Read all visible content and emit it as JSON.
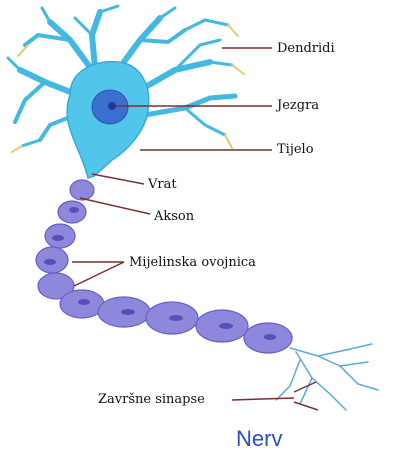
{
  "labels": {
    "dendrites": "Dendridi",
    "nucleus": "Jezgra",
    "body": "Tijelo",
    "neck": "Vrat",
    "axon": "Akson",
    "myelin": "Mijelinska ovojnica",
    "terminals": "Završne sinapse"
  },
  "caption": "Nerv",
  "colors": {
    "cell_body": "#4fc3e8",
    "dendrite": "#3fb6df",
    "nucleus": "#3a6fd1",
    "myelin": "#8e88dc",
    "myelin_dark": "#5a4fb8",
    "leader_line": "#7a2f2f",
    "caption": "#2b4fc9"
  }
}
